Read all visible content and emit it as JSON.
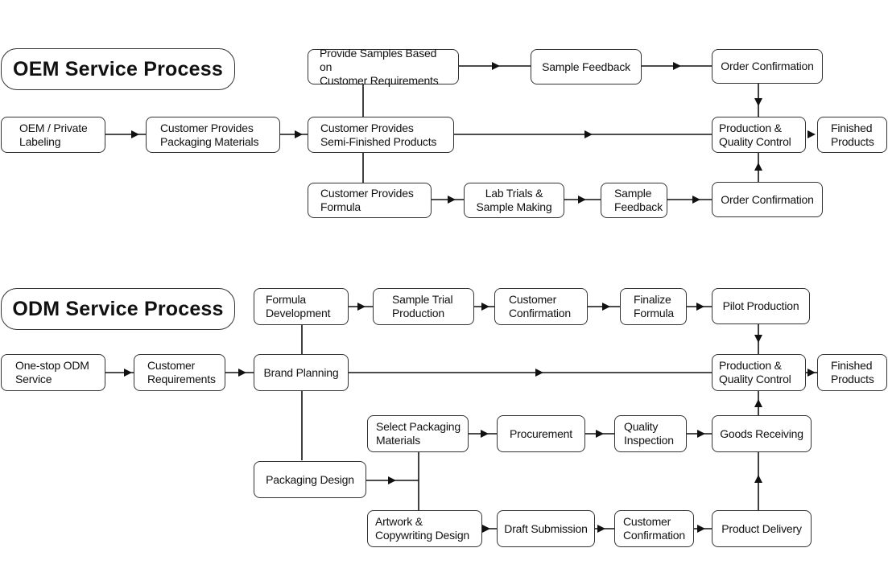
{
  "oem": {
    "title": "OEM Service Process",
    "nodes": {
      "start": "OEM / Private\nLabeling",
      "packaging": "Customer Provides\nPackaging Materials",
      "samples": "Provide Samples Based on\nCustomer Requirements",
      "semi": "Customer Provides\nSemi-Finished Products",
      "formula": "Customer Provides\nFormula",
      "feedback_top": "Sample Feedback",
      "order_top": "Order Confirmation",
      "lab": "Lab Trials &\nSample Making",
      "feedback_bottom": "Sample\nFeedback",
      "order_bottom": "Order Confirmation",
      "production": "Production &\nQuality Control",
      "finished": "Finished\nProducts"
    }
  },
  "odm": {
    "title": "ODM Service Process",
    "nodes": {
      "start": "One-stop ODM\nService",
      "requirements": "Customer\nRequirements",
      "brand": "Brand Planning",
      "formula_dev": "Formula\nDevelopment",
      "trial": "Sample Trial\nProduction",
      "confirm_top": "Customer\nConfirmation",
      "finalize": "Finalize\nFormula",
      "pilot": "Pilot Production",
      "production": "Production &\nQuality Control",
      "finished": "Finished\nProducts",
      "select_pack": "Select Packaging\nMaterials",
      "procurement": "Procurement",
      "qi": "Quality\nInspection",
      "goods": "Goods Receiving",
      "pack_design": "Packaging Design",
      "artwork": "Artwork &\nCopywriting Design",
      "draft": "Draft Submission",
      "confirm_bottom": "Customer\nConfirmation",
      "delivery": "Product Delivery"
    }
  }
}
